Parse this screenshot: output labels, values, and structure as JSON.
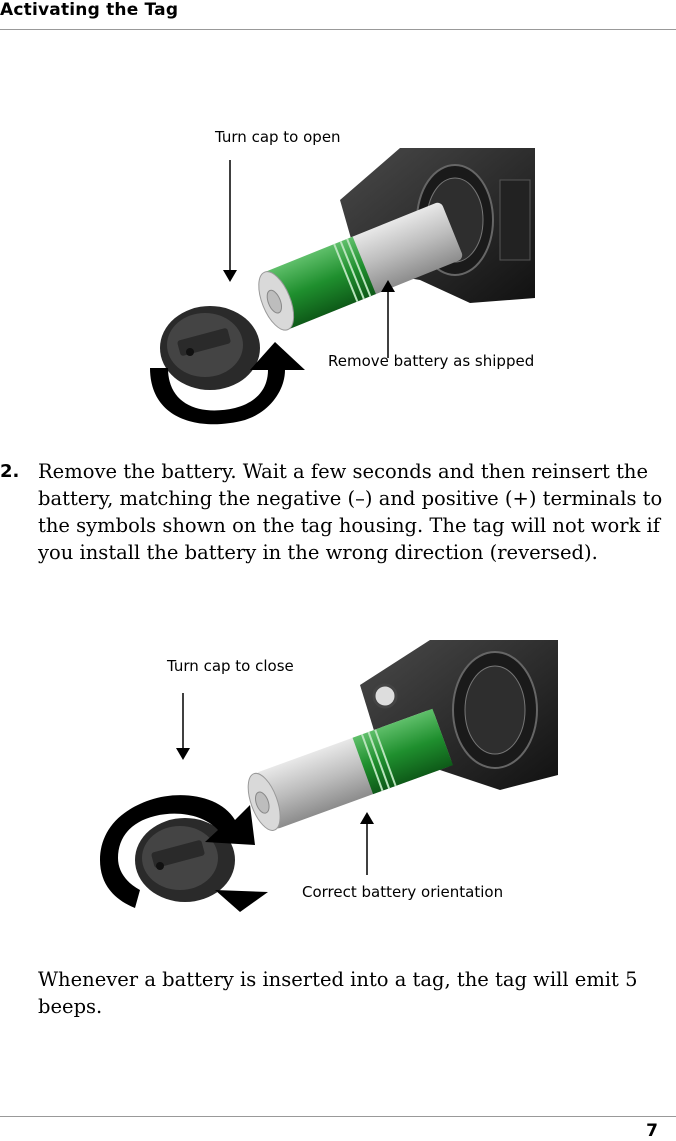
{
  "header": {
    "title": "Activating the Tag"
  },
  "figure1": {
    "callout_cap": "Turn cap to open",
    "callout_battery": "Remove battery as shipped"
  },
  "step": {
    "number": "2.",
    "text": "Remove the battery. Wait a few seconds and then reinsert the battery, matching the negative (–) and positive (+) terminals to the symbols shown on the tag housing. The tag will not work if you install the battery in the wrong direction (reversed)."
  },
  "figure2": {
    "callout_cap": "Turn cap to close",
    "callout_battery": "Correct battery orientation"
  },
  "closing_text": "Whenever a battery is inserted into a tag, the tag will emit 5 beeps.",
  "footer": {
    "page_number": "7"
  }
}
